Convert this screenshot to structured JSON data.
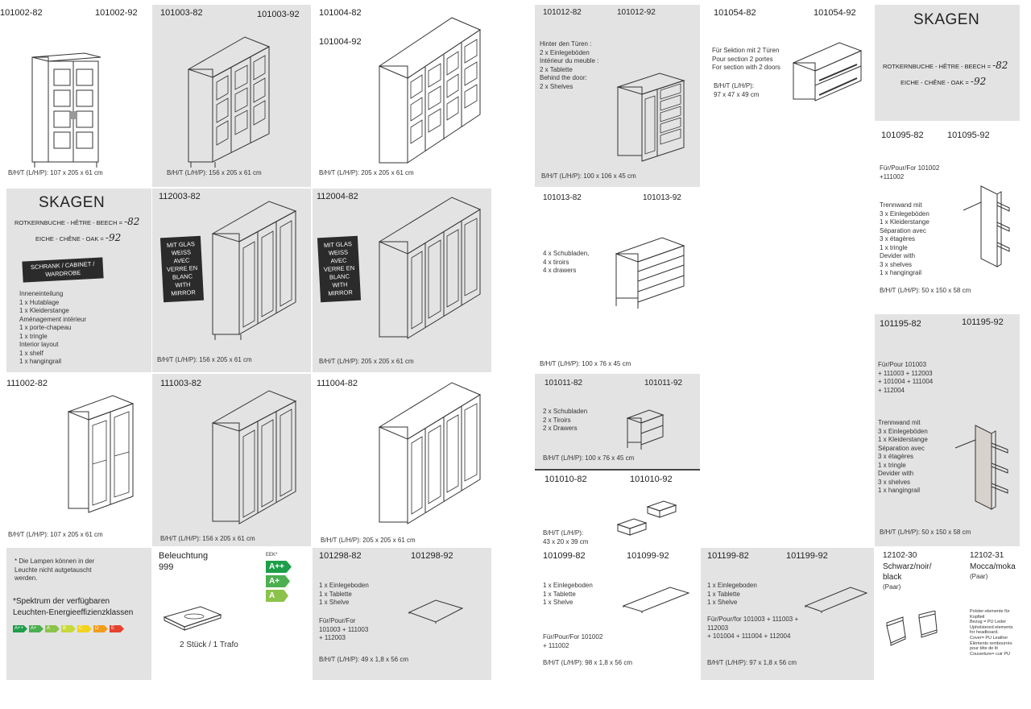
{
  "brand": {
    "name": "SKAGEN",
    "variant_beech": "ROTKERNBUCHE - HÊTRE - BEECH = ",
    "variant_beech_suffix": "-82",
    "variant_oak": "EICHE - CHÊNE - OAK = ",
    "variant_oak_suffix": "-92",
    "category_label": "SCHRANK / CABINET / WARDROBE",
    "interior_text": "Inneneinteilung\n1 x Hutablage\n1 x Kleiderstange\nAménagement intérieur\n1 x porte-chapeau\n1 x tringle\nInterior layout\n1 x shelf\n1 x hangingrail"
  },
  "glass_badge": "MIT GLAS\nWEISS\nAVEC\nVERRE EN\nBLANC\nWITH\nMIRROR",
  "products": {
    "p101002": {
      "code_a": "101002-82",
      "code_b": "101002-92",
      "dims": "B/H/T (L/H/P): 107 x 205 x 61 cm"
    },
    "p101003": {
      "code_a": "101003-82",
      "code_b": "101003-92",
      "dims": "B/H/T (L/H/P): 156 x 205 x 61 cm"
    },
    "p101004": {
      "code_a": "101004-82",
      "code_b": "101004-92",
      "dims": "B/H/T (L/H/P): 205 x 205 x 61 cm"
    },
    "p112003": {
      "code_a": "112003-82",
      "dims": "B/H/T (L/H/P): 156 x 205 x 61 cm"
    },
    "p112004": {
      "code_a": "112004-82",
      "dims": "B/H/T (L/H/P): 205 x 205 x 61 cm"
    },
    "p111002": {
      "code_a": "111002-82",
      "dims": "B/H/T (L/H/P): 107 x 205 x 61 cm"
    },
    "p111003": {
      "code_a": "111003-82",
      "dims": "B/H/T (L/H/P): 156 x 205 x 61 cm"
    },
    "p111004": {
      "code_a": "111004-82",
      "dims": "B/H/T (L/H/P): 205 x 205 x 61 cm"
    },
    "p101012": {
      "code_a": "101012-82",
      "code_b": "101012-92",
      "text": "Hinter den Türen :\n2 x Einlegeböden\nIntérieur du meuble :\n2 x Tablette\nBehind the door:\n2 x Shelves",
      "dims": "B/H/T (L/H/P): 100 x 106 x 45 cm"
    },
    "p101054": {
      "code_a": "101054-82",
      "code_b": "101054-92",
      "text": "Für Sektion mit 2 Türen\nPour section 2 portes\nFor section with 2 doors",
      "dims": "B/H/T (L/H/P):\n97 x 47 x 49 cm"
    },
    "p101013": {
      "code_a": "101013-82",
      "code_b": "101013-92",
      "text": "4 x Schubladen,\n4 x tiroirs\n4 x drawers",
      "dims": "B/H/T (L/H/P): 100 x 76 x 45 cm"
    },
    "p101095": {
      "code_a": "101095-82",
      "code_b": "101095-92",
      "text_for": "Für/Pour/For 101002\n+111002",
      "text": "Trennwand mit\n3 x Einlegeböden\n1 x Kleiderstange\nSéparation avec\n3 x étagères\n1 x tringle\nDevider with\n3 x shelves\n1 x hangingrail",
      "dims": "B/H/T (L/H/P): 50 x 150 x 58 cm"
    },
    "p101195": {
      "code_a": "101195-82",
      "code_b": "101195-92",
      "text_for": "Für/Pour 101003\n+ 111003 + 112003\n+ 101004 + 111004\n+ 112004",
      "text": "Trennwand mit\n3 x Einlegeböden\n1 x Kleiderstange\nSéparation avec\n3 x étagères\n1 x tringle\nDevider with\n3 x shelves\n1 x hangingrail",
      "dims": "B/H/T (L/H/P): 50 x 150 x 58 cm"
    },
    "p101011": {
      "code_a": "101011-82",
      "code_b": "101011-92",
      "text": "2 x Schubladen\n2 x Tiroirs\n2 x Drawers",
      "dims": "B/H/T (L/H/P): 100 x 76 x 45 cm"
    },
    "p101010": {
      "code_a": "101010-82",
      "code_b": "101010-92",
      "dims": "B/H/T (L/H/P):\n43 x 20 x 39 cm"
    },
    "p101298": {
      "code_a": "101298-82",
      "code_b": "101298-92",
      "text": "1 x Einlegeboden\n1 x Tablette\n1 x Shelve",
      "text_for": "Für/Pour/For\n101003 + 111003\n+ 112003",
      "dims": "B/H/T (L/H/P): 49 x 1,8 x 56 cm"
    },
    "p101099": {
      "code_a": "101099-82",
      "code_b": "101099-92",
      "text": "1 x Einlegeboden\n1 x Tablette\n1 x Shelve",
      "text_for": "Für/Pour/For 101002\n+ 111002",
      "dims": "B/H/T (L/H/P): 98 x 1,8 x 56 cm"
    },
    "p101199": {
      "code_a": "101199-82",
      "code_b": "101199-92",
      "text": "1 x Einlegeboden\n1 x Tablette\n1 x Shelve",
      "text_for": "Für/Pour/for 101003 + 111003 +\n112003\n+ 101004 + 111004 + 112004",
      "dims": "B/H/T (L/H/P): 97 x 1,8 x 56 cm"
    },
    "p12102": {
      "code_a": "12102-30",
      "name_a": "Schwarz/noir/\nblack",
      "pair_a": "(Paar)",
      "code_b": "12102-31",
      "name_b": "Mocca/moka",
      "pair_b": "(Paar)",
      "note": "Polster-elemente für\nKopfteil\nBezug = PU Leder\nUpholstered elements\nfor headboard.\nCover= PU Leather\nÉléments rembourrés\npour tête de lit\nCouverture= cuir PU"
    }
  },
  "lighting": {
    "note_left": "* Die Lampen können in der\nLeuchte nicht autgetauscht\nwerden.",
    "spectrum": "*Spektrum der verfügbaren\nLeuchten-Energieeffizienzklassen",
    "title": "Beleuchtung",
    "code": "999",
    "count": "2 Stück / 1 Trafo",
    "eek": "EEK*",
    "classes": [
      "A++",
      "A+",
      "A"
    ],
    "mini_classes": [
      "A++",
      "A+",
      "A",
      "B",
      "C",
      "D",
      "E"
    ],
    "colors": {
      "dark_green": "#1e9e4a",
      "green": "#4caf50",
      "light_green": "#8bc34a",
      "yellow": "#f3d21e",
      "orange": "#f39c1e",
      "red": "#e6412e"
    }
  }
}
